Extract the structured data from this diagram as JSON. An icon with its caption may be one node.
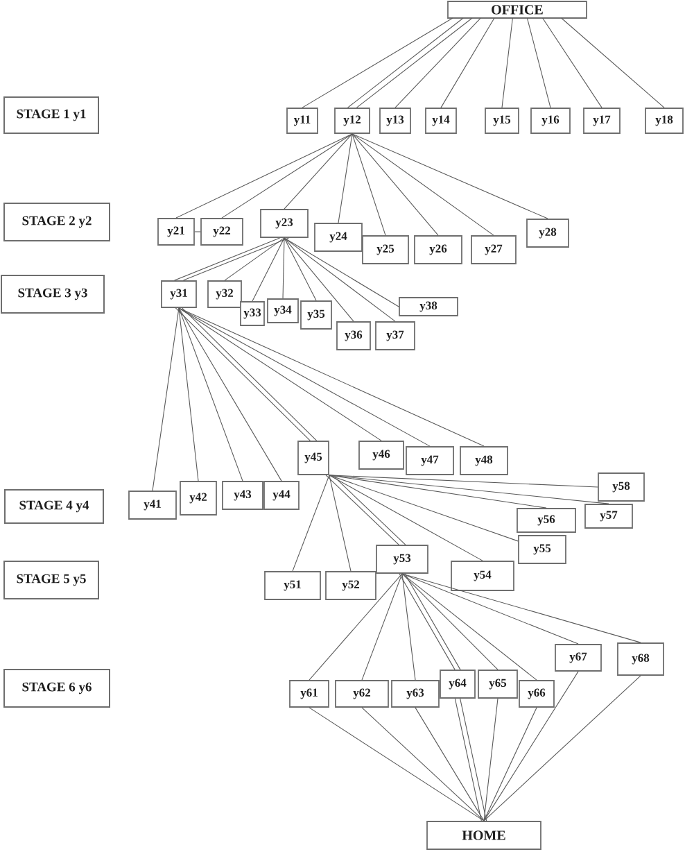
{
  "diagram": {
    "nodes": [
      {
        "text": [
          "OFFICE"
        ]
      },
      {
        "text": [
          "STAGE 1 y1"
        ]
      },
      {
        "text": [
          "y11"
        ]
      },
      {
        "text": [
          "y12"
        ]
      },
      {
        "text": [
          "y13"
        ]
      },
      {
        "text": [
          "y14"
        ]
      },
      {
        "text": [
          "y15"
        ]
      },
      {
        "text": [
          "y16"
        ]
      },
      {
        "text": [
          "y17"
        ]
      },
      {
        "text": [
          "y18"
        ]
      },
      {
        "text": [
          "STAGE 2 y2"
        ]
      },
      {
        "text": [
          "y21"
        ]
      },
      {
        "text": [
          "y22"
        ]
      },
      {
        "text": [
          "y23"
        ]
      },
      {
        "text": [
          "y24"
        ]
      },
      {
        "text": [
          "y25"
        ]
      },
      {
        "text": [
          "y26"
        ]
      },
      {
        "text": [
          "y27"
        ]
      },
      {
        "text": [
          "y28"
        ]
      },
      {
        "text": [
          "STAGE 3 y3"
        ]
      },
      {
        "text": [
          "y31"
        ]
      },
      {
        "text": [
          "y32"
        ]
      },
      {
        "text": [
          "y33"
        ]
      },
      {
        "text": [
          "y34"
        ]
      },
      {
        "text": [
          "y35"
        ]
      },
      {
        "text": [
          "y36"
        ]
      },
      {
        "text": [
          "y37"
        ]
      },
      {
        "text": [
          "y38"
        ]
      },
      {
        "text": [
          "STAGE 4 y4"
        ]
      },
      {
        "text": [
          "y41"
        ]
      },
      {
        "text": [
          "y42"
        ]
      },
      {
        "text": [
          "y43"
        ]
      },
      {
        "text": [
          "y44"
        ]
      },
      {
        "text": [
          "y45"
        ]
      },
      {
        "text": [
          "y46"
        ]
      },
      {
        "text": [
          "y47"
        ]
      },
      {
        "text": [
          "y48"
        ]
      },
      {
        "text": [
          "STAGE 5 y5"
        ]
      },
      {
        "text": [
          "y51"
        ]
      },
      {
        "text": [
          "y52"
        ]
      },
      {
        "text": [
          "y53"
        ]
      },
      {
        "text": [
          "y54"
        ]
      },
      {
        "text": [
          "y55"
        ]
      },
      {
        "text": [
          "y56"
        ]
      },
      {
        "text": [
          "y57"
        ]
      },
      {
        "text": [
          "y58"
        ]
      },
      {
        "text": [
          "STAGE 6 y6"
        ]
      },
      {
        "text": [
          "y61"
        ]
      },
      {
        "text": [
          "y62"
        ]
      },
      {
        "text": [
          "y63"
        ]
      },
      {
        "text": [
          "y64"
        ]
      },
      {
        "text": [
          "y65"
        ]
      },
      {
        "text": [
          "y66"
        ]
      },
      {
        "text": [
          "y67"
        ]
      },
      {
        "text": [
          "y68"
        ]
      },
      {
        "text": [
          "HOME"
        ]
      }
    ],
    "edges": [
      {
        "from": 0,
        "to": 2,
        "arrow": "none"
      },
      {
        "from": 0,
        "to": 3,
        "arrow": "none"
      },
      {
        "from": 0,
        "to": 3,
        "arrow": "none"
      },
      {
        "from": 0,
        "to": 4,
        "arrow": "none"
      },
      {
        "from": 0,
        "to": 5,
        "arrow": "none"
      },
      {
        "from": 0,
        "to": 6,
        "arrow": "none"
      },
      {
        "from": 0,
        "to": 7,
        "arrow": "none"
      },
      {
        "from": 0,
        "to": 8,
        "arrow": "none"
      },
      {
        "from": 0,
        "to": 9,
        "arrow": "none"
      },
      {
        "from": 3,
        "to": 11,
        "arrow": "none"
      },
      {
        "from": 3,
        "to": 12,
        "arrow": "none"
      },
      {
        "from": 3,
        "to": 13,
        "arrow": "none"
      },
      {
        "from": 3,
        "to": 14,
        "arrow": "none"
      },
      {
        "from": 3,
        "to": 15,
        "arrow": "none"
      },
      {
        "from": 3,
        "to": 16,
        "arrow": "none"
      },
      {
        "from": 3,
        "to": 17,
        "arrow": "none"
      },
      {
        "from": 3,
        "to": 18,
        "arrow": "none"
      },
      {
        "from": 11,
        "to": 12,
        "arrow": "none"
      },
      {
        "from": 13,
        "to": 20,
        "arrow": "none"
      },
      {
        "from": 13,
        "to": 20,
        "arrow": "none"
      },
      {
        "from": 13,
        "to": 21,
        "arrow": "none"
      },
      {
        "from": 13,
        "to": 22,
        "arrow": "none"
      },
      {
        "from": 13,
        "to": 23,
        "arrow": "none"
      },
      {
        "from": 13,
        "to": 24,
        "arrow": "none"
      },
      {
        "from": 13,
        "to": 25,
        "arrow": "none"
      },
      {
        "from": 13,
        "to": 26,
        "arrow": "none"
      },
      {
        "from": 13,
        "to": 27,
        "arrow": "none"
      },
      {
        "from": 20,
        "to": 29,
        "arrow": "none"
      },
      {
        "from": 20,
        "to": 30,
        "arrow": "none"
      },
      {
        "from": 20,
        "to": 31,
        "arrow": "none"
      },
      {
        "from": 20,
        "to": 32,
        "arrow": "none"
      },
      {
        "from": 20,
        "to": 33,
        "arrow": "none"
      },
      {
        "from": 20,
        "to": 33,
        "arrow": "none"
      },
      {
        "from": 20,
        "to": 34,
        "arrow": "none"
      },
      {
        "from": 20,
        "to": 35,
        "arrow": "none"
      },
      {
        "from": 20,
        "to": 36,
        "arrow": "none"
      },
      {
        "from": 33,
        "to": 38,
        "arrow": "none"
      },
      {
        "from": 33,
        "to": 39,
        "arrow": "none"
      },
      {
        "from": 33,
        "to": 40,
        "arrow": "none"
      },
      {
        "from": 33,
        "to": 40,
        "arrow": "none"
      },
      {
        "from": 33,
        "to": 41,
        "arrow": "none"
      },
      {
        "from": 33,
        "to": 42,
        "arrow": "none"
      },
      {
        "from": 33,
        "to": 43,
        "arrow": "none"
      },
      {
        "from": 33,
        "to": 44,
        "arrow": "none"
      },
      {
        "from": 33,
        "to": 45,
        "arrow": "none"
      },
      {
        "from": 40,
        "to": 47,
        "arrow": "none"
      },
      {
        "from": 40,
        "to": 48,
        "arrow": "none"
      },
      {
        "from": 40,
        "to": 49,
        "arrow": "none"
      },
      {
        "from": 40,
        "to": 50,
        "arrow": "none"
      },
      {
        "from": 40,
        "to": 50,
        "arrow": "none"
      },
      {
        "from": 40,
        "to": 51,
        "arrow": "none"
      },
      {
        "from": 40,
        "to": 52,
        "arrow": "none"
      },
      {
        "from": 40,
        "to": 53,
        "arrow": "none"
      },
      {
        "from": 40,
        "to": 54,
        "arrow": "none"
      },
      {
        "from": 47,
        "to": 55,
        "arrow": "none"
      },
      {
        "from": 48,
        "to": 55,
        "arrow": "none"
      },
      {
        "from": 49,
        "to": 55,
        "arrow": "none"
      },
      {
        "from": 50,
        "to": 55,
        "arrow": "none"
      },
      {
        "from": 50,
        "to": 55,
        "arrow": "none"
      },
      {
        "from": 51,
        "to": 55,
        "arrow": "none"
      },
      {
        "from": 52,
        "to": 55,
        "arrow": "none"
      },
      {
        "from": 53,
        "to": 55,
        "arrow": "none"
      },
      {
        "from": 54,
        "to": 55,
        "arrow": "none"
      }
    ]
  }
}
